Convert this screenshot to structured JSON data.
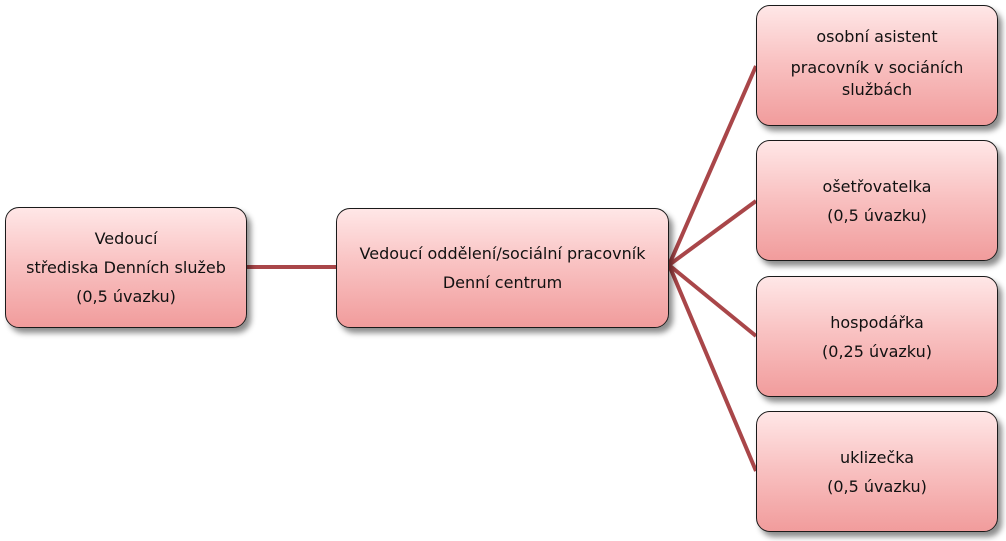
{
  "diagram": {
    "colors": {
      "node_fill_top": "#ffe7e7",
      "node_fill_bottom": "#f19c9c",
      "node_border": "#1a1a1a",
      "connector": "#a94649"
    },
    "root": {
      "lines": [
        "Vedoucí",
        "střediska Denních služeb",
        "(0,5 úvazku)"
      ]
    },
    "middle": {
      "lines": [
        "Vedoucí oddělení/sociální pracovník",
        "Denní centrum"
      ]
    },
    "children": [
      {
        "lines": [
          "osobní asistent",
          "pracovník v sociáních službách"
        ]
      },
      {
        "lines": [
          "ošetřovatelka",
          "(0,5 úvazku)"
        ]
      },
      {
        "lines": [
          "hospodářka",
          "(0,25 úvazku)"
        ]
      },
      {
        "lines": [
          "uklizečka",
          "(0,5 úvazku)"
        ]
      }
    ]
  }
}
